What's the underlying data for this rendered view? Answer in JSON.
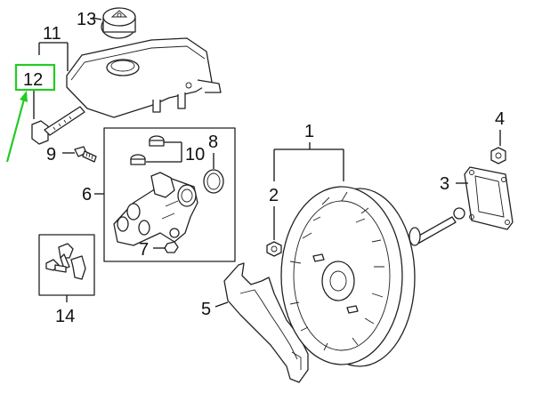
{
  "labels": {
    "l1": "1",
    "l2": "2",
    "l3": "3",
    "l4": "4",
    "l5": "5",
    "l6": "6",
    "l7": "7",
    "l8": "8",
    "l9": "9",
    "l10": "10",
    "l11": "11",
    "l12": "12",
    "l13": "13",
    "l14": "14"
  },
  "colors": {
    "highlight": "#22cc22",
    "ink": "#111111"
  },
  "highlighted_label": "12"
}
